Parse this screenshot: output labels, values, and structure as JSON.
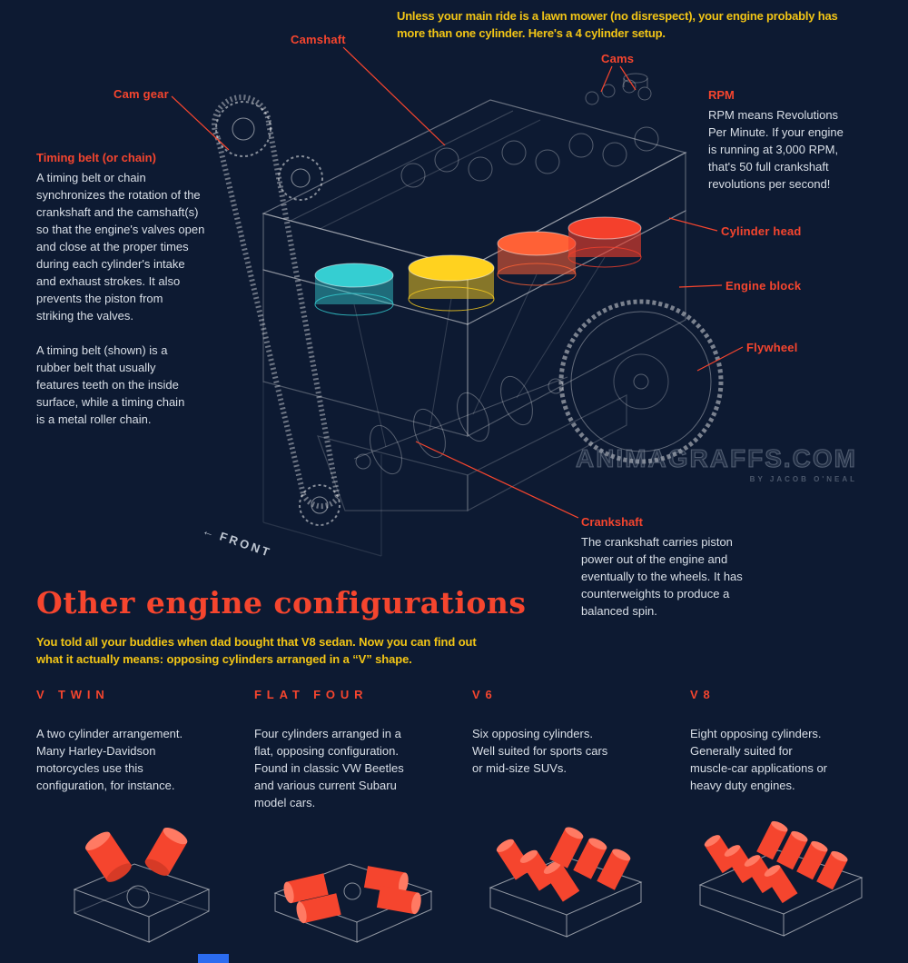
{
  "colors": {
    "background": "#0d1a32",
    "accent_red": "#f5452e",
    "accent_yellow": "#f2c516",
    "text_white": "#d9dfe7",
    "piston_teal": "#35ced2",
    "piston_yellow": "#ffd21f",
    "piston_orange": "#ff6136",
    "piston_red": "#f4402c"
  },
  "intro": "Unless your main ride is a lawn mower (no disrespect), your engine probably has\nmore than one cylinder. Here's a 4 cylinder setup.",
  "callouts": {
    "camshaft": "Camshaft",
    "cam_gear": "Cam gear",
    "cams": "Cams",
    "cylinder_head": "Cylinder head",
    "engine_block": "Engine block",
    "flywheel": "Flywheel",
    "front_arrow": "←",
    "front": "FRONT"
  },
  "rpm": {
    "title": "RPM",
    "body": "RPM means Revolutions\nPer Minute. If your engine\nis running at 3,000 RPM,\nthat's 50 full crankshaft\nrevolutions per second!"
  },
  "timing_belt": {
    "title": "Timing belt (or chain)",
    "paragraph1": "A timing belt or chain\nsynchronizes the rotation of the\ncrankshaft and the camshaft(s)\nso that the engine's valves open\nand close at the proper times\nduring each cylinder's intake\nand exhaust strokes. It also\nprevents the piston from\nstriking the valves.",
    "paragraph2": "A timing belt (shown) is a\nrubber belt that usually\nfeatures teeth on the inside\nsurface, while a timing chain\nis a metal roller chain."
  },
  "crankshaft": {
    "title": "Crankshaft",
    "body": "The crankshaft carries piston\npower out of the engine and\neventually to the wheels. It has\ncounterweights to produce a\nbalanced spin."
  },
  "watermark": {
    "site": "ANIMAGRAFFS.COM",
    "byline": "BY JACOB O'NEAL"
  },
  "section": {
    "title": "Other engine configurations",
    "subtitle": "You told all your buddies when dad bought that V8 sedan. Now you can find out\nwhat it actually means: opposing cylinders arranged in a “V” shape.",
    "columns": [
      {
        "heading": "V TWIN",
        "body": "A two cylinder arrangement.\nMany Harley-Davidson\nmotorcycles use this\nconfiguration, for instance."
      },
      {
        "heading": "FLAT FOUR",
        "body": "Four cylinders arranged in a\nflat, opposing configuration.\nFound in classic VW Beetles\nand various current Subaru\nmodel cars."
      },
      {
        "heading": "V6",
        "body": "Six opposing cylinders.\nWell suited for sports cars\nor mid-size SUVs."
      },
      {
        "heading": "V8",
        "body": "Eight opposing cylinders.\nGenerally suited for\nmuscle-car applications or\nheavy duty engines."
      }
    ]
  }
}
